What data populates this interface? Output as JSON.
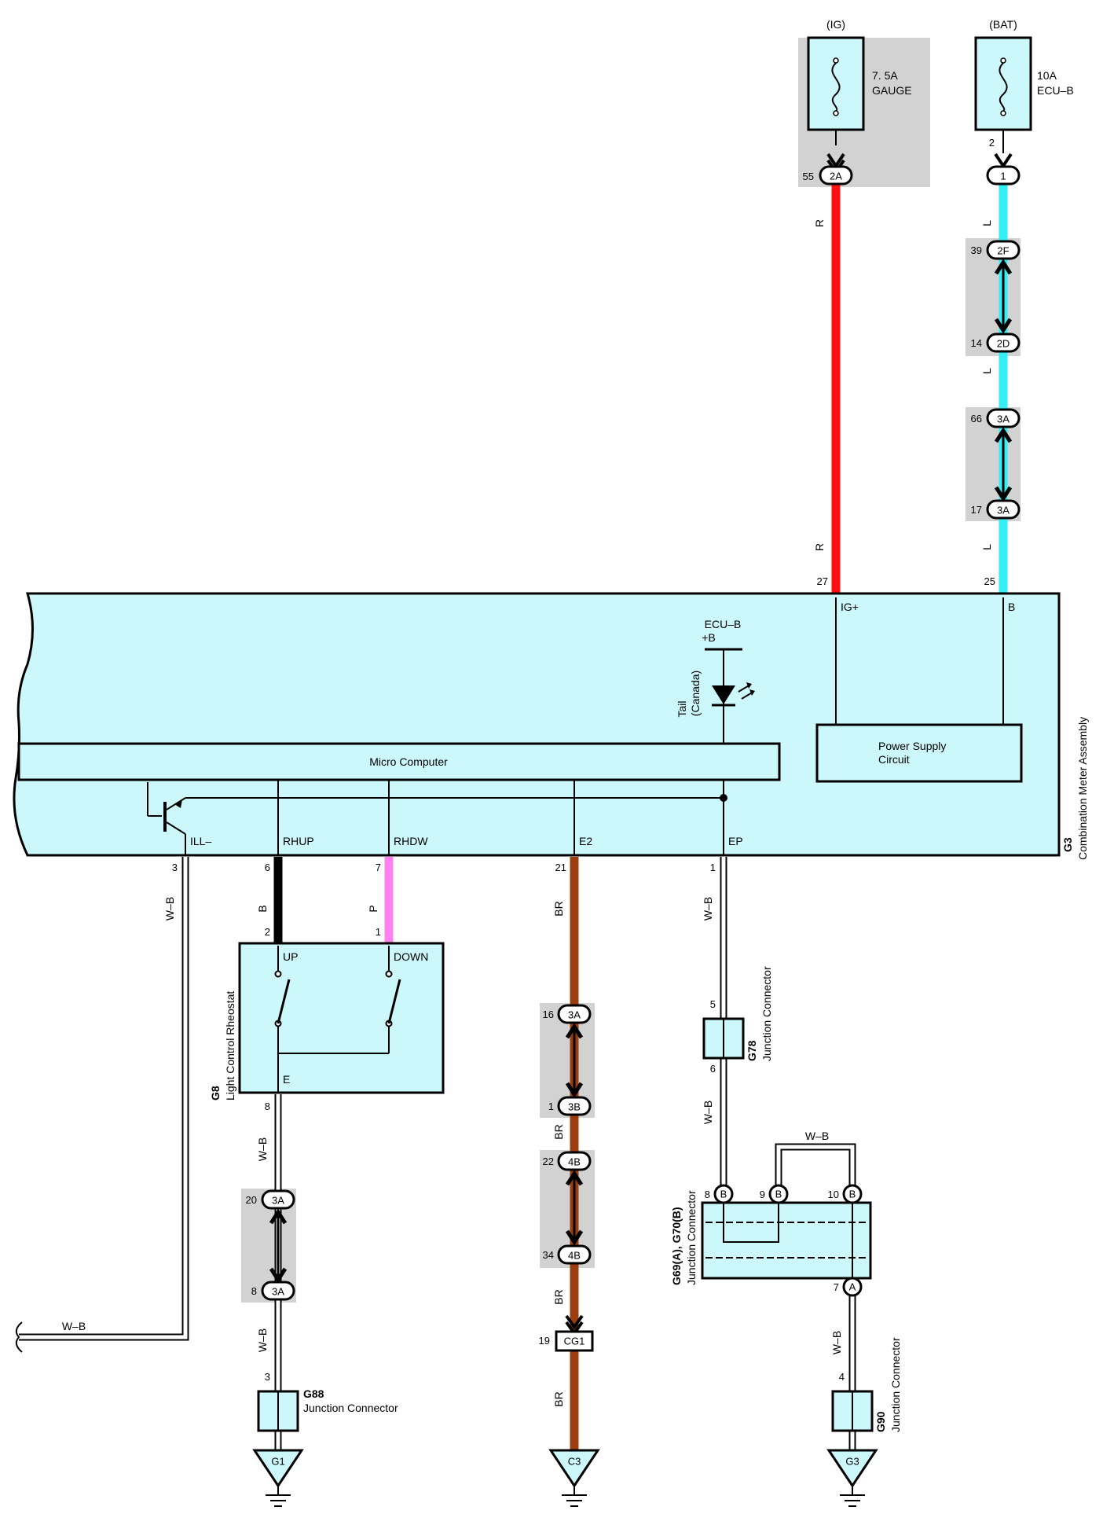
{
  "colors": {
    "component_fill": "#ccf8fb",
    "shade": "#d2d2d2",
    "wire_R": "#ff1010",
    "wire_L": "#33eef2",
    "wire_B": "#000000",
    "wire_P": "#ff80ee",
    "wire_BR": "#9c3d10",
    "wire_WB": "#ffffff"
  },
  "sources": {
    "ig": {
      "label": "(IG)",
      "rating": "7. 5A",
      "name": "GAUGE",
      "pin": "55",
      "conn": "2A"
    },
    "bat": {
      "label": "(BAT)",
      "rating": "10A",
      "name": "ECU–B",
      "pin": "2",
      "conn": "1"
    }
  },
  "inline": {
    "c2f_pin": "39",
    "c2f": "2F",
    "c2d_pin": "14",
    "c2d": "2D",
    "c3a_66_pin": "66",
    "c3a_66": "3A",
    "c3a_17_pin": "17",
    "c3a_17": "3A",
    "c3a_16_pin": "16",
    "c3a_16": "3A",
    "c3b_pin": "1",
    "c3b": "3B",
    "c4b_22_pin": "22",
    "c4b_22": "4B",
    "c4b_34_pin": "34",
    "c4b_34": "4B",
    "cg1_pin": "19",
    "cg1": "CG1",
    "c3a_20_pin": "20",
    "c3a_20": "3A",
    "c3a_8_pin": "8",
    "c3a_8": "3A"
  },
  "wires": {
    "R": "R",
    "L": "L",
    "B": "B",
    "P": "P",
    "BR": "BR",
    "WB": "W–B"
  },
  "meter": {
    "code": "G3",
    "name": "Combination Meter Assembly",
    "micro": "Micro Computer",
    "power_supply": [
      "Power Supply",
      "Circuit"
    ],
    "ecub": [
      "ECU–B",
      "+B"
    ],
    "tail": [
      "Tail",
      "(Canada)"
    ],
    "top_pins": [
      {
        "num": "27",
        "label": "IG+"
      },
      {
        "num": "25",
        "label": "B"
      }
    ],
    "bottom_pins": [
      {
        "num": "3",
        "label": "ILL–"
      },
      {
        "num": "6",
        "label": "RHUP"
      },
      {
        "num": "7",
        "label": "RHDW"
      },
      {
        "num": "21",
        "label": "E2"
      },
      {
        "num": "1",
        "label": "EP"
      }
    ]
  },
  "rheostat": {
    "code": "G8",
    "name": "Light Control Rheostat",
    "up": "UP",
    "down": "DOWN",
    "e": "E",
    "pin_up": "2",
    "pin_down": "1",
    "pin_e": "8"
  },
  "g78": {
    "code": "G78",
    "name": "Junction Connector",
    "pin_in": "5",
    "pin_out": "6"
  },
  "g88": {
    "code": "G88",
    "name": "Junction Connector",
    "pin": "3"
  },
  "g90": {
    "code": "G90",
    "name": "Junction Connector",
    "pin": "4"
  },
  "g69": {
    "code": "G69(A), G70(B)",
    "name": "Junction Connector",
    "pins": [
      {
        "num": "8",
        "conn": "B"
      },
      {
        "num": "9",
        "conn": "B"
      },
      {
        "num": "10",
        "conn": "B"
      }
    ],
    "out": {
      "num": "7",
      "conn": "A"
    }
  },
  "grounds": [
    "G1",
    "C3",
    "G3"
  ]
}
